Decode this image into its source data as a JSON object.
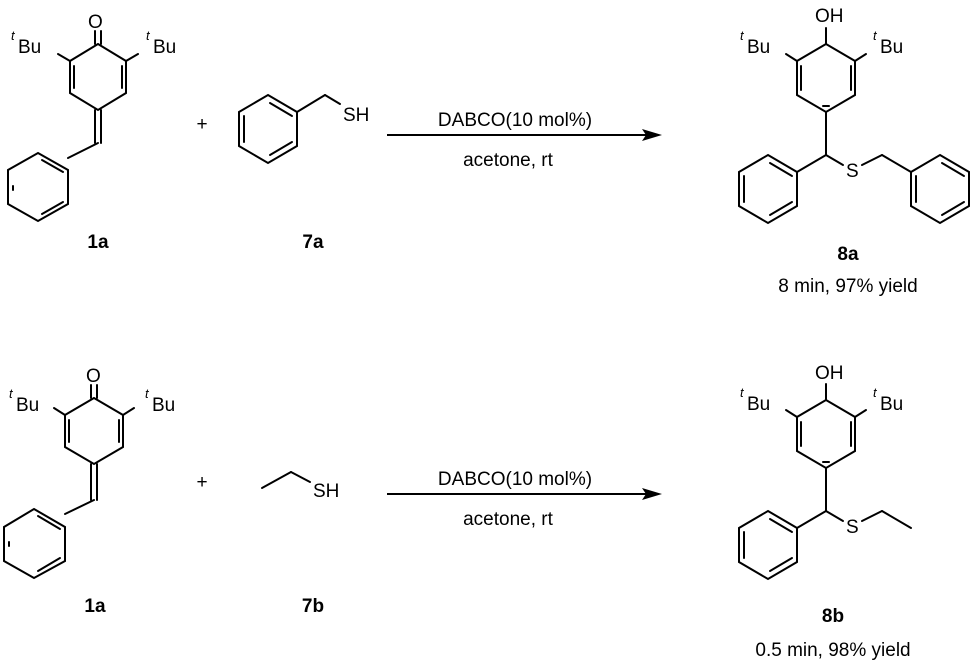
{
  "reactions": [
    {
      "reactant1_label": "1a",
      "plus": "+",
      "reactant2_label": "7a",
      "reagent": "DABCO(10 mol%)",
      "solvent": "acetone, rt",
      "product_label": "8a",
      "result": "8 min, 97% yield"
    },
    {
      "reactant1_label": "1a",
      "plus": "+",
      "reactant2_label": "7b",
      "reagent": "DABCO(10 mol%)",
      "solvent": "acetone, rt",
      "product_label": "8b",
      "result": "0.5 min, 98% yield"
    }
  ],
  "atoms": {
    "O": "O",
    "OH": "OH",
    "tBu_sup": "t",
    "tBu_main": "Bu",
    "SH": "SH",
    "S": "S"
  }
}
